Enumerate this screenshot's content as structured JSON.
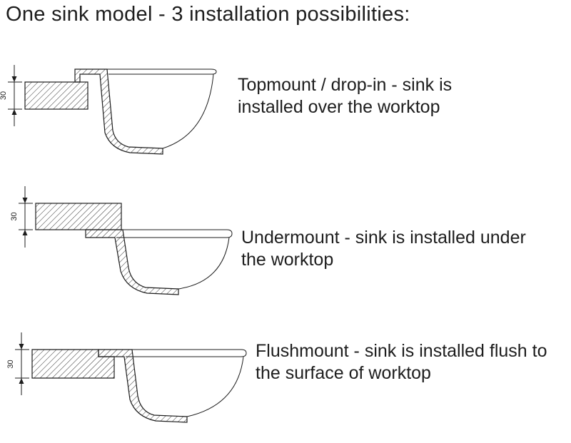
{
  "title": "One sink model - 3 installation possibilities:",
  "rows": [
    {
      "name": "topmount",
      "dimension": "30",
      "caption": "Topmount / drop-in - sink is installed over the worktop"
    },
    {
      "name": "undermount",
      "dimension": "30",
      "caption": "Undermount - sink is installed under the worktop"
    },
    {
      "name": "flushmount",
      "dimension": "30",
      "caption": "Flushmount - sink is installed flush to the surface of worktop"
    }
  ]
}
